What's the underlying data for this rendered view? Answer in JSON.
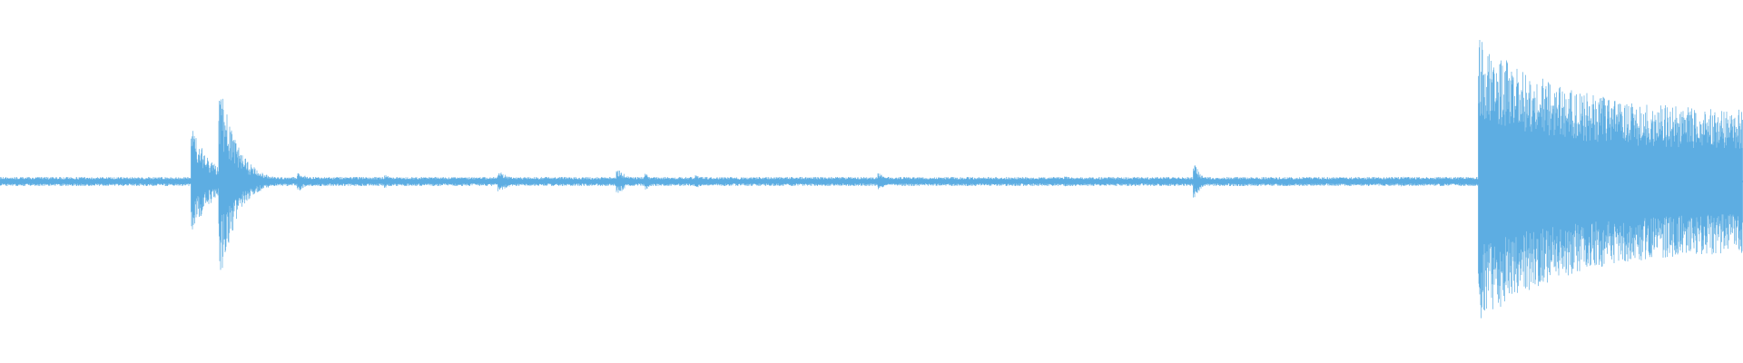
{
  "waveform": {
    "color": "#5dade2",
    "background": "#ffffff",
    "icon": "audio-waveform-icon",
    "baseline_amplitude": 0.02,
    "events": [
      {
        "time": 0.111,
        "peak": 0.31,
        "decay": 0.012
      },
      {
        "time": 0.127,
        "peak": 0.58,
        "decay": 0.01
      },
      {
        "time": 0.135,
        "peak": 0.14,
        "decay": 0.01
      },
      {
        "time": 0.172,
        "peak": 0.06,
        "decay": 0.006
      },
      {
        "time": 0.222,
        "peak": 0.04,
        "decay": 0.004
      },
      {
        "time": 0.262,
        "peak": 0.03,
        "decay": 0.004
      },
      {
        "time": 0.287,
        "peak": 0.06,
        "decay": 0.008
      },
      {
        "time": 0.355,
        "peak": 0.08,
        "decay": 0.006
      },
      {
        "time": 0.371,
        "peak": 0.05,
        "decay": 0.004
      },
      {
        "time": 0.4,
        "peak": 0.04,
        "decay": 0.005
      },
      {
        "time": 0.505,
        "peak": 0.05,
        "decay": 0.005
      },
      {
        "time": 0.612,
        "peak": 0.03,
        "decay": 0.005
      },
      {
        "time": 0.686,
        "peak": 0.1,
        "decay": 0.004
      },
      {
        "time": 0.74,
        "peak": 0.03,
        "decay": 0.005
      },
      {
        "time": 0.805,
        "peak": 0.03,
        "decay": 0.006
      }
    ],
    "burst": {
      "start": 0.848,
      "peak": 0.88,
      "sustain": 0.42,
      "end": 1.0
    }
  }
}
